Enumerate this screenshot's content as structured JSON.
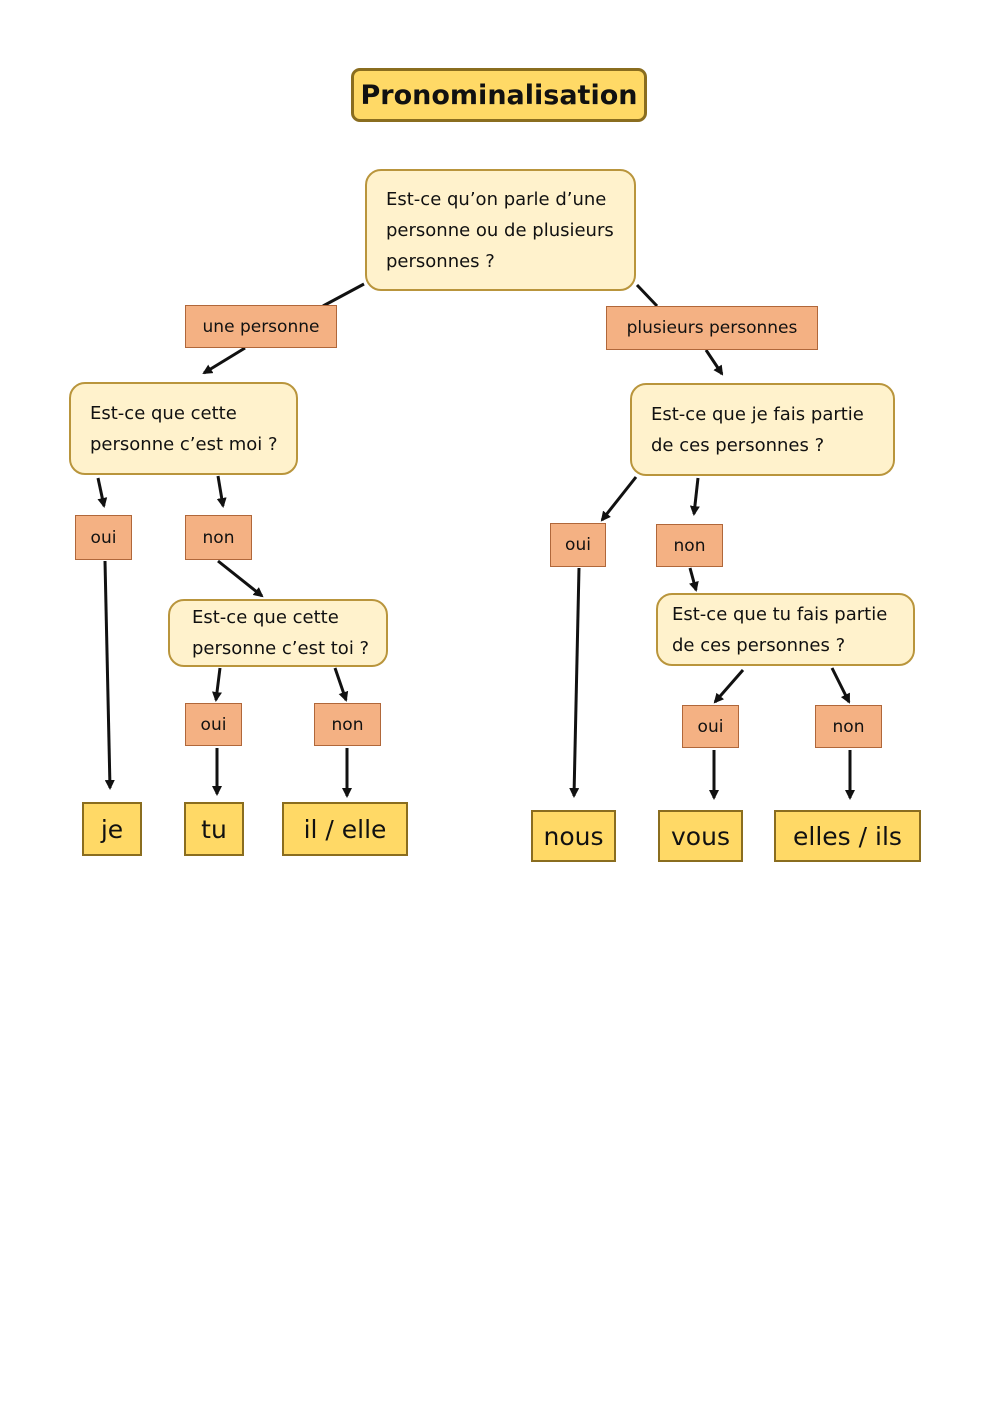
{
  "title": "Pronominalisation",
  "questions": {
    "q_root": "Est-ce qu’on parle d’une\npersonne ou de plusieurs\npersonnes ?",
    "q_moi": "Est-ce que cette\npersonne c’est moi ?",
    "q_toi": "Est-ce que cette\npersonne c’est toi ?",
    "q_je_partie": "Est-ce que je fais partie\nde ces personnes ?",
    "q_tu_partie": "Est-ce que tu fais partie\nde ces personnes ?"
  },
  "labels": {
    "une_personne": "une personne",
    "plusieurs_personnes": "plusieurs personnes",
    "oui_moi": "oui",
    "non_moi": "non",
    "oui_toi": "oui",
    "non_toi": "non",
    "oui_je_partie": "oui",
    "non_je_partie": "non",
    "oui_tu_partie": "oui",
    "non_tu_partie": "non"
  },
  "answers": {
    "je": "je",
    "tu": "tu",
    "il_elle": "il / elle",
    "nous": "nous",
    "vous": "vous",
    "elles_ils": "elles / ils"
  },
  "colors": {
    "title_fill": "#ffd966",
    "question_fill": "#fff2cc",
    "label_fill": "#f4b183",
    "answer_fill": "#ffd966",
    "arrow": "#111111"
  }
}
